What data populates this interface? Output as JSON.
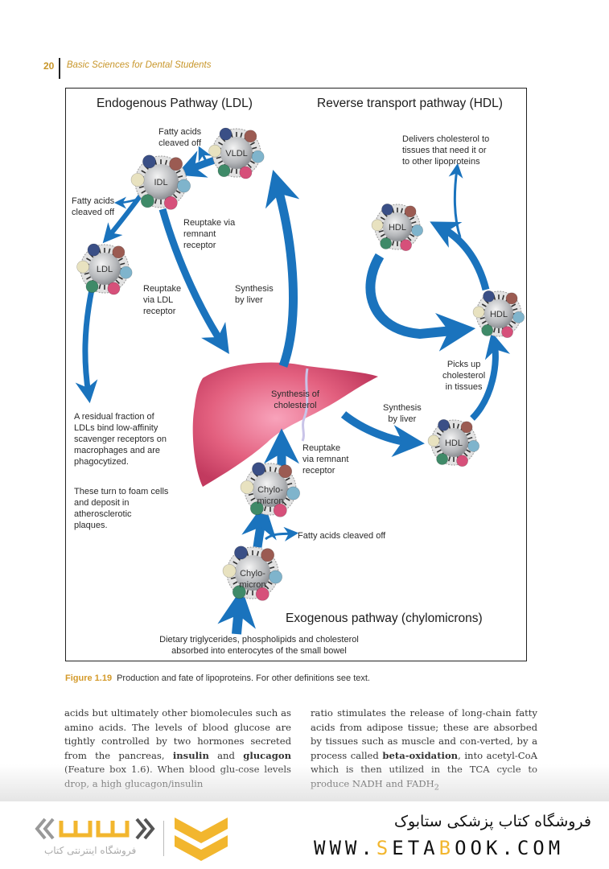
{
  "running_head": {
    "page_number": "20",
    "book_title": "Basic Sciences for Dental Students"
  },
  "figure": {
    "titles": {
      "endogenous": "Endogenous Pathway (LDL)",
      "reverse": "Reverse transport pathway (HDL)",
      "exogenous": "Exogenous pathway (chylomicrons)"
    },
    "lipoproteins": {
      "vldl": "VLDL",
      "idl": "IDL",
      "ldl": "LDL",
      "hdl_top": "HDL",
      "hdl_right": "HDL",
      "hdl_bottom": "HDL",
      "chylo_top": "Chylo-\nmicron",
      "chylo_bottom": "Chylo-\nmicron"
    },
    "labels": {
      "fatty_acids_vldl": "Fatty acids\ncleaved off",
      "fatty_acids_idl": "Fatty acids\ncleaved off",
      "reuptake_remnant_idl": "Reuptake via\nremnant\nreceptor",
      "reuptake_ldl": "Reuptake\nvia LDL\nreceptor",
      "synthesis_liver_vldl": "Synthesis\nby liver",
      "residual_fraction": "A residual fraction of\nLDLs bind low-affinity\nscavenger receptors on\nmacrophages and are\nphagocytized.",
      "foam_cells": "These turn to foam cells\nand deposit in\natherosclerotic\nplaques.",
      "synthesis_cholesterol": "Synthesis of\ncholesterol",
      "reuptake_remnant_chylo": "Reuptake\nvia remnant\nreceptor",
      "synthesis_liver_hdl": "Synthesis\nby liver",
      "picks_up": "Picks up\ncholesterol\nin tissues",
      "delivers": "Delivers cholesterol to\ntissues that need it or\nto other lipoproteins",
      "fatty_acids_chylo": "Fatty acids cleaved off",
      "dietary": "Dietary triglycerides, phospholipids and cholesterol\nabsorbed into enterocytes of the small bowel"
    },
    "colors": {
      "arrow": "#1a73bd",
      "liver": "#e05a80",
      "caption_accent": "#d49a2a"
    },
    "caption": {
      "number": "Figure 1.19",
      "text": "Production and fate of lipoproteins. For other definitions see text."
    }
  },
  "body_text": {
    "left": [
      {
        "t": "acids but ultimately other biomolecules such as amino acids. The levels of blood glucose are tightly controlled by two hormones secreted from the pancreas, "
      },
      {
        "t": "insulin",
        "b": true
      },
      {
        "t": " and "
      },
      {
        "t": "glucagon",
        "b": true
      },
      {
        "t": " (Feature box 1.6). When blood glu-cose levels drop, a high glucagon/insulin"
      }
    ],
    "right": [
      {
        "t": "ratio stimulates the release of long-chain fatty acids from adipose tissue; these are absorbed by tissues such as muscle and con-verted, by a process called "
      },
      {
        "t": "beta-oxidation",
        "b": true
      },
      {
        "t": ", into acetyl-CoA which is then utilized in the TCA cycle to produce NADH and FADH"
      },
      {
        "t": "2",
        "sub": true
      }
    ]
  },
  "banner": {
    "shop_name": "فروشگاه کتاب پزشکی ستابوک",
    "url_parts": [
      {
        "t": "WWW."
      },
      {
        "t": "S",
        "acc": true
      },
      {
        "t": "ETA"
      },
      {
        "t": "B",
        "acc": true
      },
      {
        "t": "OOK.COM"
      }
    ],
    "logo_subtitle": "فروشگاه اینترنتی کتاب",
    "accent": "#f2b62e"
  }
}
